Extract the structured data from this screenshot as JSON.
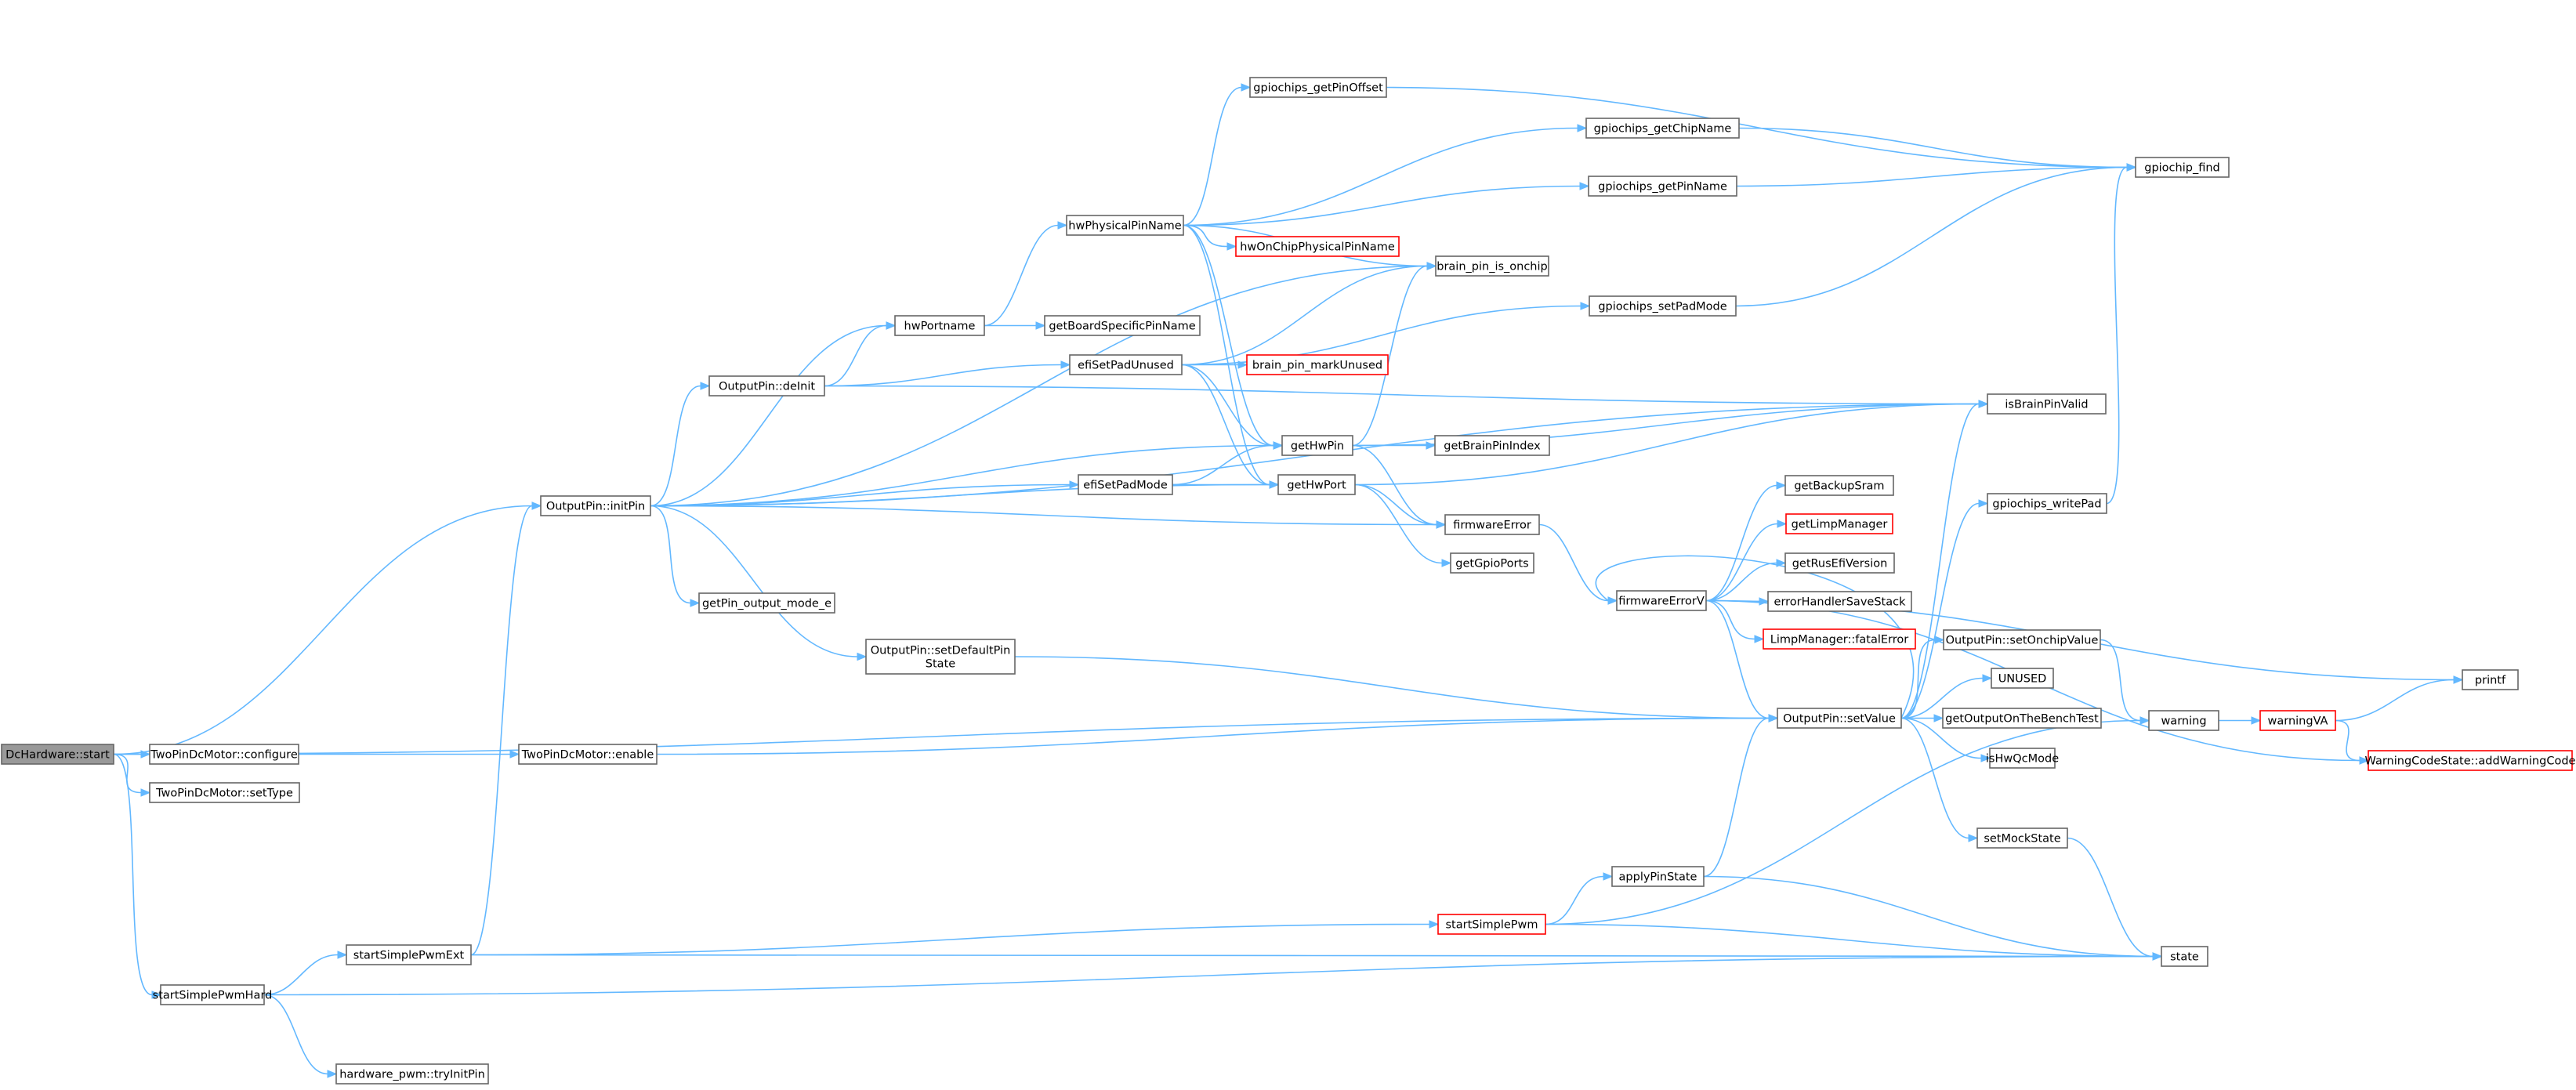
{
  "diagram": {
    "colors": {
      "edge": "#63b8ff",
      "node_border": "#666666",
      "node_fill": "#ffffff",
      "root_fill": "#999999",
      "root_border": "#666666",
      "truncated_border": "#ff0000",
      "text": "#000000"
    },
    "nodes": [
      {
        "id": "start",
        "label": "DcHardware::start",
        "style": "root"
      },
      {
        "id": "configure",
        "label": "TwoPinDcMotor::configure"
      },
      {
        "id": "settype",
        "label": "TwoPinDcMotor::setType"
      },
      {
        "id": "spwmhard",
        "label": "startSimplePwmHard"
      },
      {
        "id": "initpin",
        "label": "OutputPin::initPin"
      },
      {
        "id": "enable",
        "label": "TwoPinDcMotor::enable"
      },
      {
        "id": "spwmext",
        "label": "startSimplePwmExt"
      },
      {
        "id": "tryinit",
        "label": "hardware_pwm::tryInitPin"
      },
      {
        "id": "deinit",
        "label": "OutputPin::deInit"
      },
      {
        "id": "getpinmode",
        "label": "getPin_output_mode_e"
      },
      {
        "id": "setdefault",
        "label": [
          "OutputPin::setDefaultPin",
          "State"
        ]
      },
      {
        "id": "hwportname",
        "label": "hwPortname"
      },
      {
        "id": "hwphys",
        "label": "hwPhysicalPinName"
      },
      {
        "id": "getboardspec",
        "label": "getBoardSpecificPinName"
      },
      {
        "id": "efisetpadunused",
        "label": "efiSetPadUnused"
      },
      {
        "id": "efisetpadmode",
        "label": "efiSetPadMode"
      },
      {
        "id": "getpinoffset",
        "label": "gpiochips_getPinOffset"
      },
      {
        "id": "hwonchip",
        "label": "hwOnChipPhysicalPinName",
        "style": "truncated"
      },
      {
        "id": "markunused",
        "label": "brain_pin_markUnused",
        "style": "truncated"
      },
      {
        "id": "gethwpin",
        "label": "getHwPin"
      },
      {
        "id": "gethwport",
        "label": "getHwPort"
      },
      {
        "id": "isonchip",
        "label": "brain_pin_is_onchip"
      },
      {
        "id": "getbrainidx",
        "label": "getBrainPinIndex"
      },
      {
        "id": "fwerror",
        "label": "firmwareError"
      },
      {
        "id": "getgpioports",
        "label": "getGpioPorts"
      },
      {
        "id": "spwm",
        "label": "startSimplePwm",
        "style": "truncated"
      },
      {
        "id": "applypin",
        "label": "applyPinState"
      },
      {
        "id": "getchipname",
        "label": "gpiochips_getChipName"
      },
      {
        "id": "getpinname",
        "label": "gpiochips_getPinName"
      },
      {
        "id": "setpadmode",
        "label": "gpiochips_setPadMode"
      },
      {
        "id": "fwerrorv",
        "label": "firmwareErrorV"
      },
      {
        "id": "setvalue",
        "label": "OutputPin::setValue"
      },
      {
        "id": "getbackup",
        "label": "getBackupSram"
      },
      {
        "id": "getlimp",
        "label": "getLimpManager",
        "style": "truncated"
      },
      {
        "id": "getrusefi",
        "label": "getRusEfiVersion"
      },
      {
        "id": "errsavestack",
        "label": "errorHandlerSaveStack"
      },
      {
        "id": "fatalerr",
        "label": "LimpManager::fatalError",
        "style": "truncated"
      },
      {
        "id": "setonchip",
        "label": "OutputPin::setOnchipValue"
      },
      {
        "id": "unused",
        "label": "UNUSED"
      },
      {
        "id": "getbench",
        "label": "getOutputOnTheBenchTest"
      },
      {
        "id": "ishwqc",
        "label": "isHwQcMode"
      },
      {
        "id": "setmock",
        "label": "setMockState"
      },
      {
        "id": "isbrainvalid",
        "label": "isBrainPinValid"
      },
      {
        "id": "writepad",
        "label": "gpiochips_writePad"
      },
      {
        "id": "warning",
        "label": "warning"
      },
      {
        "id": "state",
        "label": "state"
      },
      {
        "id": "gpiochipfind",
        "label": "gpiochip_find"
      },
      {
        "id": "warningva",
        "label": "warningVA",
        "style": "truncated"
      },
      {
        "id": "printf",
        "label": "printf"
      },
      {
        "id": "addwarn",
        "label": "WarningCodeState::addWarningCode",
        "style": "truncated"
      }
    ],
    "edges": [
      [
        "start",
        "initpin"
      ],
      [
        "start",
        "setvalue"
      ],
      [
        "start",
        "configure"
      ],
      [
        "start",
        "settype"
      ],
      [
        "start",
        "spwmhard"
      ],
      [
        "configure",
        "enable"
      ],
      [
        "enable",
        "setvalue"
      ],
      [
        "spwmhard",
        "spwmext"
      ],
      [
        "spwmhard",
        "tryinit"
      ],
      [
        "spwmhard",
        "state"
      ],
      [
        "spwmext",
        "initpin"
      ],
      [
        "spwmext",
        "spwm"
      ],
      [
        "spwmext",
        "state"
      ],
      [
        "initpin",
        "deinit"
      ],
      [
        "initpin",
        "hwportname"
      ],
      [
        "initpin",
        "efisetpadmode"
      ],
      [
        "initpin",
        "gethwpin"
      ],
      [
        "initpin",
        "gethwport"
      ],
      [
        "initpin",
        "fwerror"
      ],
      [
        "initpin",
        "getpinmode"
      ],
      [
        "initpin",
        "setdefault"
      ],
      [
        "initpin",
        "isonchip"
      ],
      [
        "initpin",
        "isbrainvalid"
      ],
      [
        "deinit",
        "hwportname"
      ],
      [
        "deinit",
        "efisetpadunused"
      ],
      [
        "deinit",
        "isbrainvalid"
      ],
      [
        "setdefault",
        "setvalue"
      ],
      [
        "hwportname",
        "hwphys"
      ],
      [
        "hwportname",
        "getboardspec"
      ],
      [
        "hwphys",
        "getpinoffset"
      ],
      [
        "hwphys",
        "getchipname"
      ],
      [
        "hwphys",
        "getpinname"
      ],
      [
        "hwphys",
        "hwonchip"
      ],
      [
        "hwphys",
        "isonchip"
      ],
      [
        "hwphys",
        "gethwpin"
      ],
      [
        "hwphys",
        "gethwport"
      ],
      [
        "efisetpadunused",
        "isonchip"
      ],
      [
        "efisetpadunused",
        "setpadmode"
      ],
      [
        "efisetpadunused",
        "markunused"
      ],
      [
        "efisetpadunused",
        "gethwpin"
      ],
      [
        "efisetpadunused",
        "gethwport"
      ],
      [
        "efisetpadmode",
        "gethwpin"
      ],
      [
        "efisetpadmode",
        "gethwport"
      ],
      [
        "gethwpin",
        "isonchip"
      ],
      [
        "gethwpin",
        "isbrainvalid"
      ],
      [
        "gethwpin",
        "getbrainidx"
      ],
      [
        "gethwpin",
        "fwerror"
      ],
      [
        "gethwport",
        "isbrainvalid"
      ],
      [
        "gethwport",
        "fwerror"
      ],
      [
        "gethwport",
        "getgpioports"
      ],
      [
        "fwerror",
        "fwerrorv"
      ],
      [
        "fwerrorv",
        "getbackup"
      ],
      [
        "fwerrorv",
        "getlimp"
      ],
      [
        "fwerrorv",
        "getrusefi"
      ],
      [
        "fwerrorv",
        "errsavestack"
      ],
      [
        "fwerrorv",
        "fatalerr"
      ],
      [
        "fwerrorv",
        "setvalue"
      ],
      [
        "fwerrorv",
        "printf"
      ],
      [
        "fwerrorv",
        "addwarn"
      ],
      [
        "setvalue",
        "isbrainvalid"
      ],
      [
        "setvalue",
        "writepad"
      ],
      [
        "setvalue",
        "setonchip"
      ],
      [
        "setvalue",
        "unused"
      ],
      [
        "setvalue",
        "getbench"
      ],
      [
        "setvalue",
        "ishwqc"
      ],
      [
        "setvalue",
        "setmock"
      ],
      [
        "setvalue",
        "fwerrorv"
      ],
      [
        "setonchip",
        "warning"
      ],
      [
        "spwm",
        "applypin"
      ],
      [
        "spwm",
        "warning"
      ],
      [
        "spwm",
        "state"
      ],
      [
        "applypin",
        "setvalue"
      ],
      [
        "applypin",
        "state"
      ],
      [
        "setmock",
        "state"
      ],
      [
        "getpinoffset",
        "gpiochipfind"
      ],
      [
        "getchipname",
        "gpiochipfind"
      ],
      [
        "getpinname",
        "gpiochipfind"
      ],
      [
        "setpadmode",
        "gpiochipfind"
      ],
      [
        "writepad",
        "gpiochipfind"
      ],
      [
        "warning",
        "warningva"
      ],
      [
        "warningva",
        "printf"
      ],
      [
        "warningva",
        "addwarn"
      ]
    ]
  }
}
